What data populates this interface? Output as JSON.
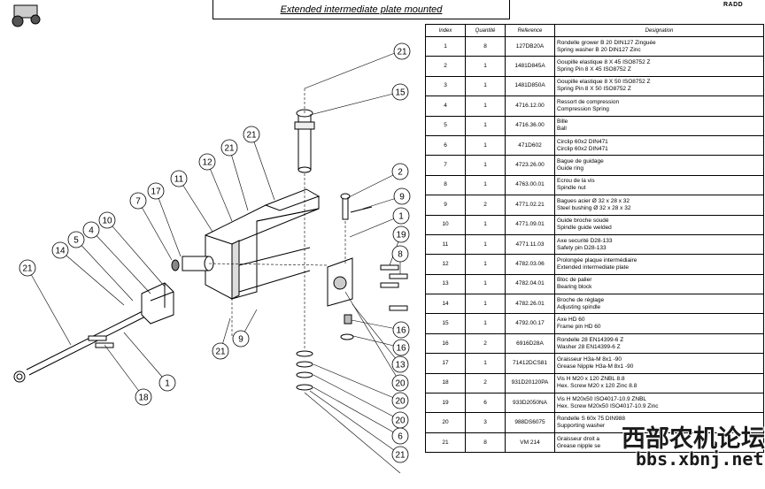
{
  "title": "Extended intermediate plate mounted",
  "brand": "RADD",
  "table": {
    "headers": [
      "Index",
      "Quantité",
      "Reference",
      "Designation"
    ],
    "rows": [
      {
        "index": "1",
        "qty": "8",
        "ref": "127DB20A",
        "des1": "Rondelle grower B 20 DIN127 Zinguée",
        "des2": "Spring washer B 20 DIN127 Zinc"
      },
      {
        "index": "2",
        "qty": "1",
        "ref": "1481D845A",
        "des1": "Goupille elastique   8 X  45 ISO8752 Z",
        "des2": "Spring Pin   8 X  45 ISO8752 Z"
      },
      {
        "index": "3",
        "qty": "1",
        "ref": "1481D850A",
        "des1": "Goupille elastique   8 X  50 ISO8752 Z",
        "des2": "Spring Pin   8 X  50 ISO8752 Z"
      },
      {
        "index": "4",
        "qty": "1",
        "ref": "4716.12.00",
        "des1": "Ressort de compression",
        "des2": "Compression Spring"
      },
      {
        "index": "5",
        "qty": "1",
        "ref": "4716.36.00",
        "des1": "Bille",
        "des2": "Ball"
      },
      {
        "index": "6",
        "qty": "1",
        "ref": "471D602",
        "des1": "Circlip 60x2    DIN471",
        "des2": "Circlip 60x2    DIN471"
      },
      {
        "index": "7",
        "qty": "1",
        "ref": "4723.26.00",
        "des1": "Bague de guidage",
        "des2": "Guide ring"
      },
      {
        "index": "8",
        "qty": "1",
        "ref": "4763.00.01",
        "des1": "Ecrou de la vis",
        "des2": "Spindle nut"
      },
      {
        "index": "9",
        "qty": "2",
        "ref": "4771.02.21",
        "des1": "Bagues acier Ø 32 x 28 x 32",
        "des2": "Steel bushing Ø 32 x 28 x 32"
      },
      {
        "index": "10",
        "qty": "1",
        "ref": "4771.09.01",
        "des1": "Guide broche soudé",
        "des2": "Spindle guide welded"
      },
      {
        "index": "11",
        "qty": "1",
        "ref": "4771.11.03",
        "des1": "Axe securité  D28-133",
        "des2": "Safety pin  D28-133"
      },
      {
        "index": "12",
        "qty": "1",
        "ref": "4782.03.06",
        "des1": "Prolongée plaque intermédiaire",
        "des2": "Extended intermediate plate"
      },
      {
        "index": "13",
        "qty": "1",
        "ref": "4782.04.01",
        "des1": "Bloc de palier",
        "des2": "Bearing block"
      },
      {
        "index": "14",
        "qty": "1",
        "ref": "4782.26.01",
        "des1": "Broche de réglage",
        "des2": "Adjusting spindle"
      },
      {
        "index": "15",
        "qty": "1",
        "ref": "4792.00.17",
        "des1": "Axe HD 60",
        "des2": "Frame pin HD 60"
      },
      {
        "index": "16",
        "qty": "2",
        "ref": "6916D28A",
        "des1": "Rondelle 28 EN14399-6 Z",
        "des2": "Washer 28 EN14399-6 Z"
      },
      {
        "index": "17",
        "qty": "1",
        "ref": "71412DCS81",
        "des1": "Graisseur H3a-M 8x1 -90",
        "des2": "Grease Nipple H3a-M 8x1 -90"
      },
      {
        "index": "18",
        "qty": "2",
        "ref": "931D20120PA",
        "des1": "Vis H M20 x 120 ZNBL 8.8",
        "des2": "Hex. Screw M20 x 120 Zinc 8.8"
      },
      {
        "index": "19",
        "qty": "6",
        "ref": "933D2050NA",
        "des1": "Vis H M20x50 ISO4017-10.9 ZNBL",
        "des2": "Hex. Screw M20x50 ISO4017-10.9 Zinc"
      },
      {
        "index": "20",
        "qty": "3",
        "ref": "988DS6075",
        "des1": "Rondelle S 60x 75  DIN988",
        "des2": "Supporting washer"
      },
      {
        "index": "21",
        "qty": "8",
        "ref": "VM 214",
        "des1": "Graisseur droit a",
        "des2": "Grease nipple se"
      }
    ]
  },
  "callouts": [
    "21",
    "15",
    "21",
    "21",
    "12",
    "11",
    "2",
    "9",
    "1",
    "19",
    "8",
    "17",
    "7",
    "10",
    "4",
    "5",
    "14",
    "21",
    "21",
    "9",
    "16",
    "16",
    "13",
    "20",
    "20",
    "20",
    "6",
    "21",
    "18",
    "1"
  ],
  "watermark": {
    "text": "西部农机论坛",
    "url": "bbs.xbnj.net"
  }
}
